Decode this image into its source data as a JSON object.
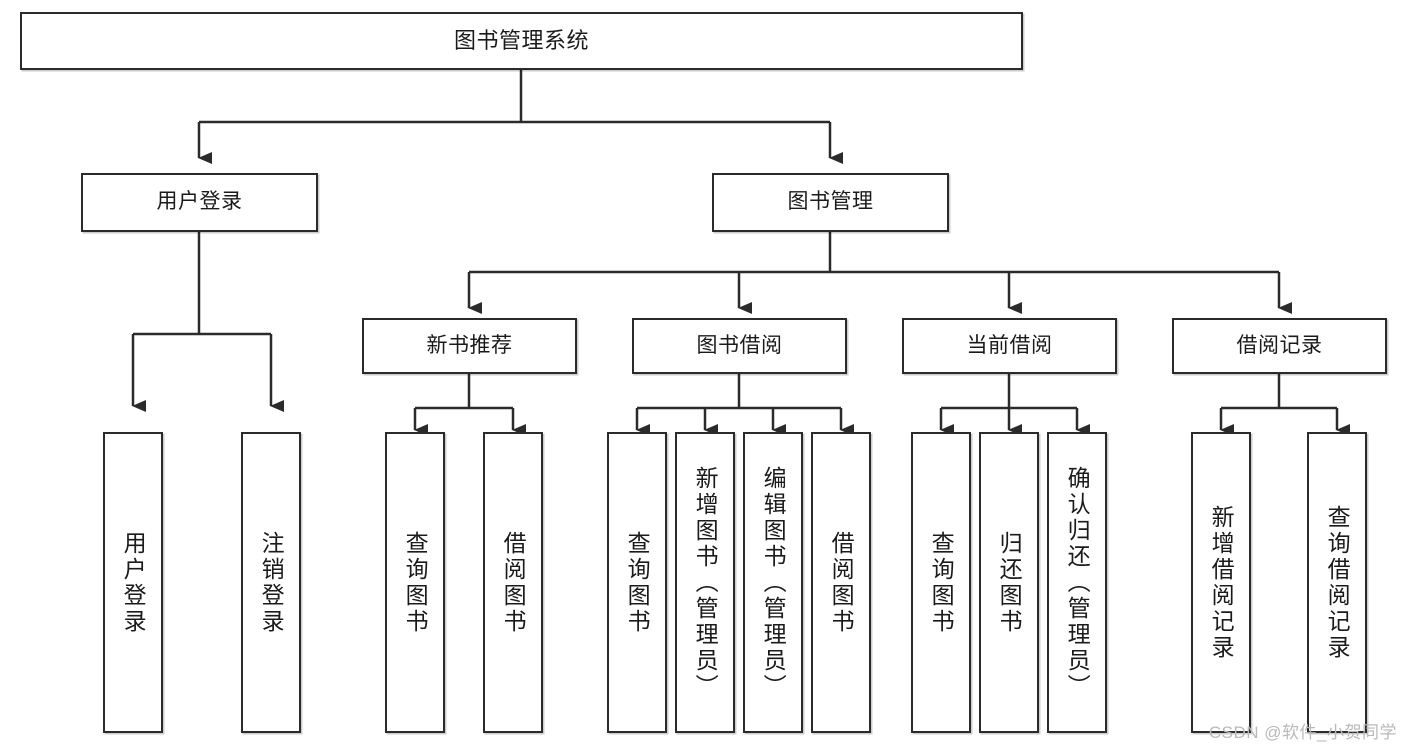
{
  "diagram": {
    "title": "图书管理系统",
    "type": "tree",
    "background": "#ffffff",
    "box_border_color": "#2b2b2b",
    "text_color": "#1b1b1b",
    "watermark": "CSDN @软件_小贺同学"
  },
  "nodes": {
    "root": {
      "label": "图书管理系统"
    },
    "level1": [
      {
        "id": "user-login",
        "label": "用户登录"
      },
      {
        "id": "book-manage",
        "label": "图书管理"
      }
    ],
    "level2": [
      {
        "id": "new-book-recommend",
        "label": "新书推荐"
      },
      {
        "id": "book-borrow",
        "label": "图书借阅"
      },
      {
        "id": "current-borrow",
        "label": "当前借阅"
      },
      {
        "id": "borrow-record",
        "label": "借阅记录"
      }
    ],
    "leaves": [
      {
        "id": "leaf-user-login",
        "label": "用户登录"
      },
      {
        "id": "leaf-logout-login",
        "label": "注销登录"
      },
      {
        "id": "leaf-query-book-1",
        "label": "查询图书"
      },
      {
        "id": "leaf-borrow-book-1",
        "label": "借阅图书"
      },
      {
        "id": "leaf-query-book-2",
        "label": "查询图书"
      },
      {
        "id": "leaf-add-book",
        "label": "新增图书（管理员）"
      },
      {
        "id": "leaf-edit-book",
        "label": "编辑图书（管理员）"
      },
      {
        "id": "leaf-borrow-book-2",
        "label": "借阅图书"
      },
      {
        "id": "leaf-query-book-3",
        "label": "查询图书"
      },
      {
        "id": "leaf-return-book",
        "label": "归还图书"
      },
      {
        "id": "leaf-confirm-return",
        "label": "确认归还（管理员）"
      },
      {
        "id": "leaf-add-record",
        "label": "新增借阅记录"
      },
      {
        "id": "leaf-query-record",
        "label": "查询借阅记录"
      }
    ]
  }
}
